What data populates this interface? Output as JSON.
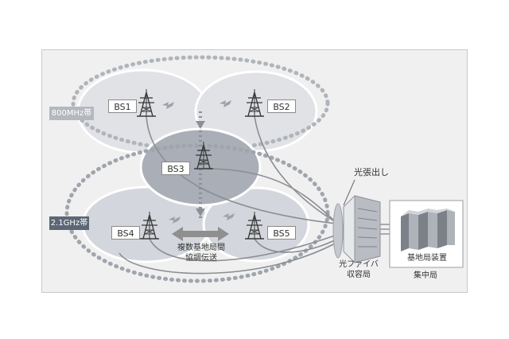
{
  "base_stations": {
    "bs1": "BS1",
    "bs2": "BS2",
    "bs3": "BS3",
    "bs4": "BS4",
    "bs5": "BS5"
  },
  "bands": {
    "band_800": "800MHz帯",
    "band_21": "2.1GHz帯"
  },
  "coordination": {
    "line1": "複数基地局間",
    "line2": "協調伝送"
  },
  "fiber_extension": "光張出し",
  "fiber_station": {
    "line1": "光ファイバ",
    "line2": "収容局"
  },
  "base_equipment": "基地局装置",
  "central_office": "集中局",
  "colors": {
    "cell_fill": "#d3d6dc",
    "cell_dark": "#a9aeb7",
    "dotted": "#a8adb5",
    "band_800": "#b4b8bf",
    "band_21": "#5b6775",
    "arrow": "#8f8f8f",
    "fiber": "#8a8d93"
  }
}
